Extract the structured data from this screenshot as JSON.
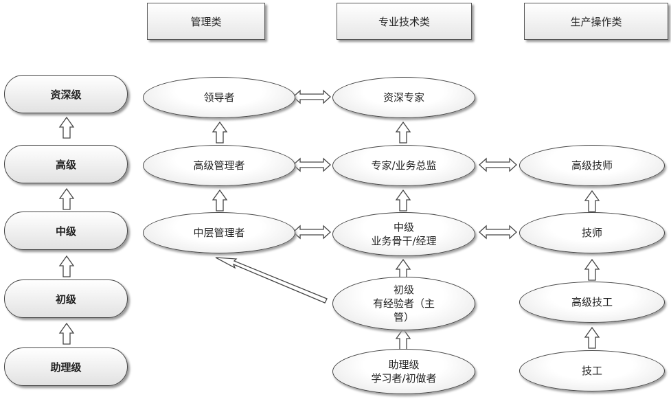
{
  "headers": {
    "management": "管理类",
    "professional": "专业技术类",
    "production": "生产操作类"
  },
  "levels": {
    "senior_expert": "资深级",
    "senior": "高级",
    "middle": "中级",
    "junior": "初级",
    "assistant": "助理级"
  },
  "management": {
    "leader": "领导者",
    "senior_manager": "高级管理者",
    "middle_manager": "中层管理者"
  },
  "professional": {
    "senior_expert": "资深专家",
    "expert_director": "专家/业务总监",
    "middle_line1": "中级",
    "middle_line2": "业务骨干/经理",
    "junior_line1": "初级",
    "junior_line2": "有经验者（主",
    "junior_line3": "管）",
    "assistant_line1": "助理级",
    "assistant_line2": "学习者/初做者"
  },
  "production": {
    "senior_technician": "高级技师",
    "technician": "技师",
    "senior_worker": "高级技工",
    "worker": "技工"
  }
}
